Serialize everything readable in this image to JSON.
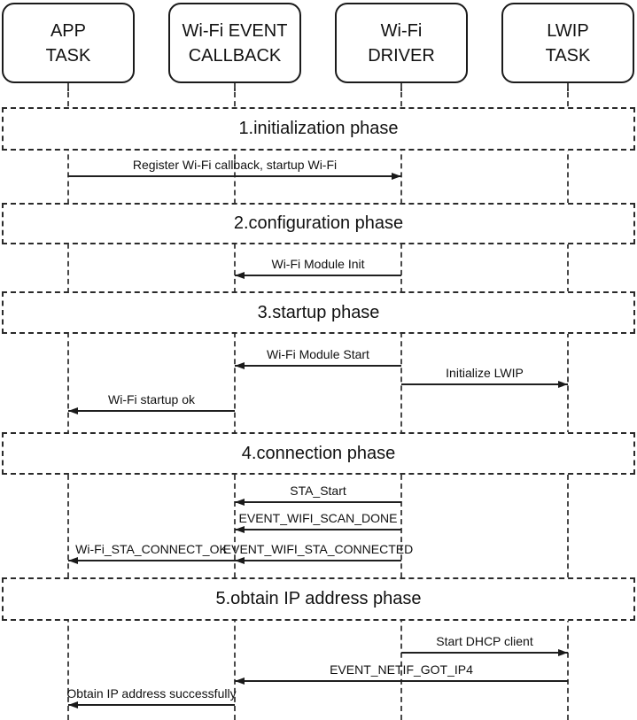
{
  "colors": {
    "ink": "#1a1a1a",
    "background": "#ffffff"
  },
  "actors": [
    {
      "id": "app-task",
      "label": "APP\nTASK"
    },
    {
      "id": "wifi-event-callback",
      "label": "Wi-Fi EVENT\nCALLBACK"
    },
    {
      "id": "wifi-driver",
      "label": "Wi-Fi\nDRIVER"
    },
    {
      "id": "lwip-task",
      "label": "LWIP\nTASK"
    }
  ],
  "phases": [
    {
      "title": "1.initialization phase"
    },
    {
      "title": "2.configuration phase"
    },
    {
      "title": "3.startup phase"
    },
    {
      "title": "4.connection phase"
    },
    {
      "title": "5.obtain IP address phase"
    }
  ],
  "messages": [
    {
      "label": "Register Wi-Fi callback, startup Wi-Fi",
      "from": "app-task",
      "to": "wifi-driver"
    },
    {
      "label": "Wi-Fi Module Init",
      "from": "wifi-driver",
      "to": "wifi-event-callback"
    },
    {
      "label": "Wi-Fi Module Start",
      "from": "wifi-driver",
      "to": "wifi-event-callback"
    },
    {
      "label": "Initialize LWIP",
      "from": "wifi-driver",
      "to": "lwip-task"
    },
    {
      "label": "Wi-Fi startup ok",
      "from": "wifi-event-callback",
      "to": "app-task"
    },
    {
      "label": "STA_Start",
      "from": "wifi-driver",
      "to": "wifi-event-callback"
    },
    {
      "label": "EVENT_WIFI_SCAN_DONE",
      "from": "wifi-driver",
      "to": "wifi-event-callback"
    },
    {
      "label": "Wi-Fi_STA_CONNECT_OK",
      "from": "wifi-event-callback",
      "to": "app-task"
    },
    {
      "label": "EVENT_WIFI_STA_CONNECTED",
      "from": "wifi-driver",
      "to": "wifi-event-callback"
    },
    {
      "label": "Start DHCP client",
      "from": "wifi-driver",
      "to": "lwip-task"
    },
    {
      "label": "EVENT_NETIF_GOT_IP4",
      "from": "lwip-task",
      "to": "wifi-event-callback"
    },
    {
      "label": "Obtain IP address successfully",
      "from": "wifi-event-callback",
      "to": "app-task"
    }
  ]
}
